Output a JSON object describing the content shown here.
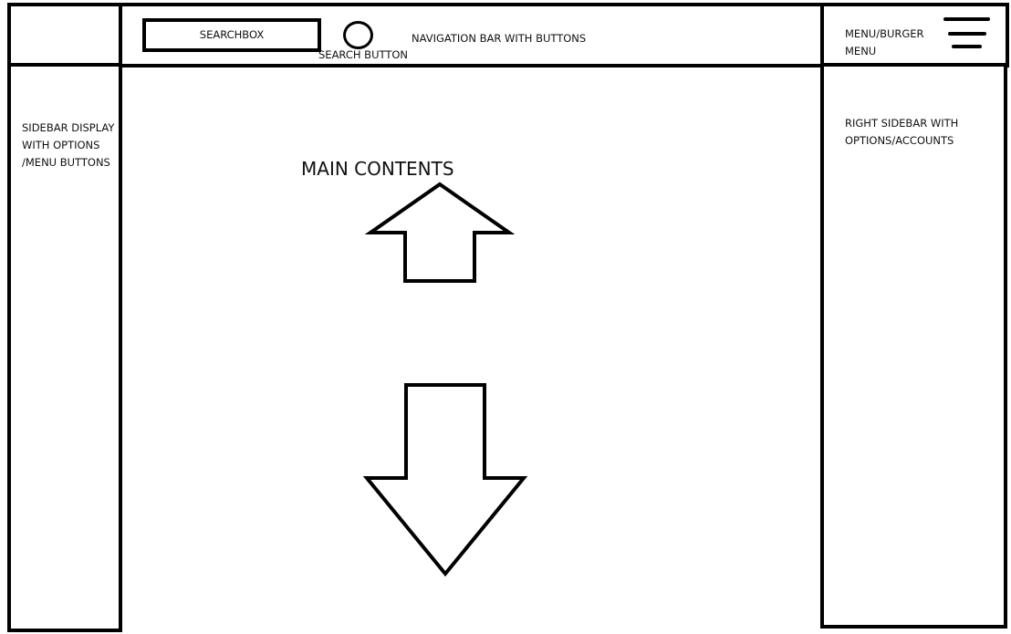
{
  "navbar": {
    "searchbox_label": "SEARCHBOX",
    "search_button_label": "SEARCH BUTTON",
    "title": "NAVIGATION BAR WITH BUTTONS"
  },
  "menu": {
    "label": "MENU/BURGER\nMENU"
  },
  "left_sidebar": {
    "label": "SIDEBAR DISPLAY\nWITH OPTIONS\n/MENU BUTTONS"
  },
  "right_sidebar": {
    "label": "RIGHT SIDEBAR WITH\nOPTIONS/ACCOUNTS"
  },
  "main": {
    "title": "MAIN CONTENTS"
  },
  "icons": {
    "search": "circle-search-icon",
    "menu": "burger-menu-icon",
    "scroll_up": "arrow-up-icon",
    "scroll_down": "arrow-down-icon"
  },
  "colors": {
    "stroke": "#000000",
    "background": "#ffffff",
    "text": "#111111"
  }
}
